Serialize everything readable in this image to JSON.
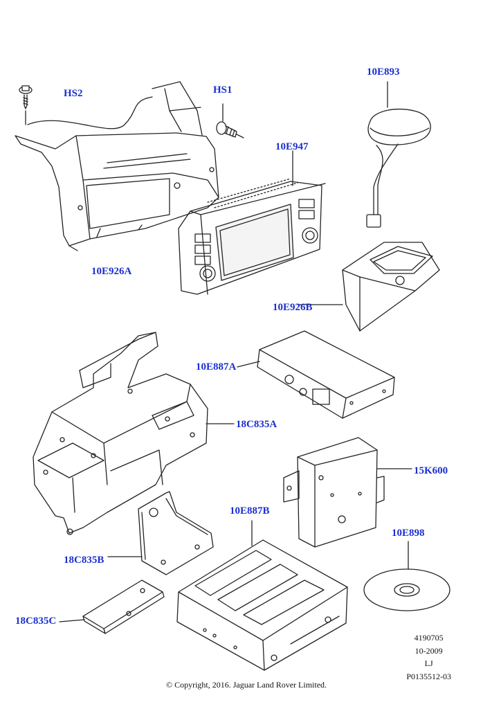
{
  "parts": [
    {
      "id": "hs2",
      "label": "HS2"
    },
    {
      "id": "hs1",
      "label": "HS1"
    },
    {
      "id": "e893",
      "label": "10E893"
    },
    {
      "id": "e947",
      "label": "10E947"
    },
    {
      "id": "e926a",
      "label": "10E926A"
    },
    {
      "id": "e926b",
      "label": "10E926B"
    },
    {
      "id": "e887a",
      "label": "10E887A"
    },
    {
      "id": "c835a",
      "label": "18C835A"
    },
    {
      "id": "k600",
      "label": "15K600"
    },
    {
      "id": "e887b",
      "label": "10E887B"
    },
    {
      "id": "c835b",
      "label": "18C835B"
    },
    {
      "id": "e898",
      "label": "10E898"
    },
    {
      "id": "c835c",
      "label": "18C835C"
    }
  ],
  "meta": {
    "line1": "4190705",
    "line2": "10-2009",
    "line3": "LJ",
    "line4": "P0135512-03"
  },
  "copyright": "© Copyright, 2016. Jaguar Land Rover Limited.",
  "colors": {
    "label": "#1a2fd0",
    "line": "#222222"
  }
}
